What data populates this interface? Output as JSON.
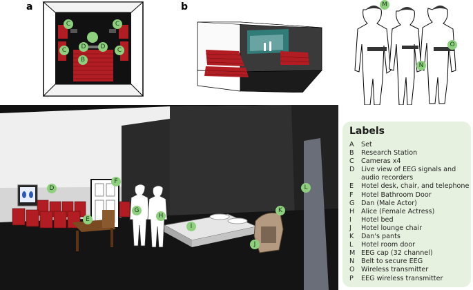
{
  "panels": {
    "a": "a",
    "b": "b"
  },
  "legend": {
    "title": "Labels",
    "items": [
      {
        "key": "A",
        "text": "Set"
      },
      {
        "key": "B",
        "text": "Research Station"
      },
      {
        "key": "C",
        "text": "Cameras x4"
      },
      {
        "key": "D",
        "text": "Live view of EEG signals and audio recorders"
      },
      {
        "key": "E",
        "text": "Hotel desk, chair, and telephone"
      },
      {
        "key": "F",
        "text": "Hotel Bathroom Door"
      },
      {
        "key": "G",
        "text": "Dan (Male Actor)"
      },
      {
        "key": "H",
        "text": "Alice (Female Actress)"
      },
      {
        "key": "I",
        "text": "Hotel bed"
      },
      {
        "key": "J",
        "text": "Hotel lounge chair"
      },
      {
        "key": "K",
        "text": "Dan's pants"
      },
      {
        "key": "L",
        "text": "Hotel room door"
      },
      {
        "key": "M",
        "text": "EEG cap (32 channel)"
      },
      {
        "key": "N",
        "text": "Belt to secure EEG"
      },
      {
        "key": "O",
        "text": "Wireless transmitter"
      },
      {
        "key": "P",
        "text": "EEG wireless transmitter"
      }
    ]
  },
  "markers": {
    "a_c1": "C",
    "a_c2": "C",
    "a_c3": "C",
    "a_c4": "C",
    "a_d1": "D",
    "a_d2": "D",
    "a_b": "B",
    "m": "M",
    "n": "N",
    "o": "O",
    "d": "D",
    "e": "E",
    "f": "F",
    "g": "G",
    "h": "H",
    "i": "I",
    "j": "J",
    "k": "K",
    "l": "L"
  },
  "colors": {
    "marker": "#8fd07f",
    "legend_bg": "#e7f1df",
    "seat": "#b11d22",
    "wall": "#2c2c2c"
  }
}
